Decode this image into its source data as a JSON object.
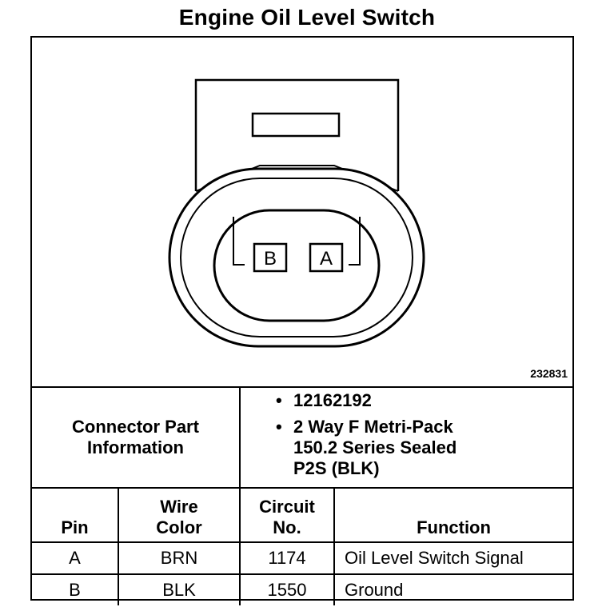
{
  "title": "Engine Oil Level Switch",
  "figure_number": "232831",
  "connector": {
    "cavity_labels": [
      "B",
      "A"
    ]
  },
  "connector_info": {
    "label_lines": [
      "Connector Part",
      "Information"
    ],
    "bullet": "•",
    "items": [
      {
        "lines": [
          "12162192"
        ]
      },
      {
        "lines": [
          "2 Way F Metri-Pack",
          "150.2 Series Sealed",
          "P2S (BLK)"
        ]
      }
    ]
  },
  "pin_table": {
    "headers": [
      {
        "lines": [
          "Pin"
        ]
      },
      {
        "lines": [
          "Wire",
          "Color"
        ]
      },
      {
        "lines": [
          "Circuit",
          "No."
        ]
      },
      {
        "lines": [
          "Function"
        ]
      }
    ],
    "rows": [
      {
        "pin": "A",
        "wire_color": "BRN",
        "circuit": "1174",
        "function": "Oil Level Switch Signal"
      },
      {
        "pin": "B",
        "wire_color": "BLK",
        "circuit": "1550",
        "function": "Ground"
      }
    ]
  }
}
